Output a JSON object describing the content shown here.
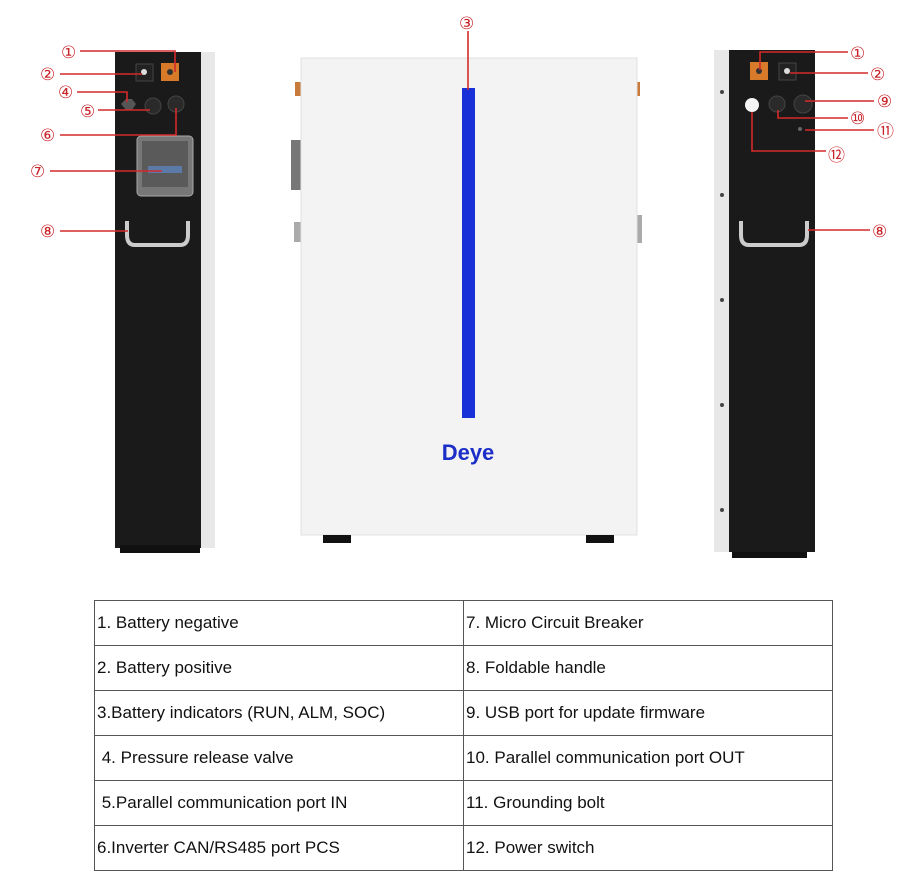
{
  "brand": "Deye",
  "colors": {
    "callout": "#c8242a",
    "indicator": "#1730d8",
    "panel": "#1a1a1a"
  },
  "callouts": {
    "c1": "①",
    "c2": "②",
    "c3": "③",
    "c4": "④",
    "c5": "⑤",
    "c6": "⑥",
    "c7": "⑦",
    "c8": "⑧",
    "c9": "⑨",
    "c10": "⑩",
    "c11": "⑪",
    "c12": "⑫"
  },
  "legend": {
    "rows": [
      [
        "1. Battery negative",
        "7. Micro Circuit Breaker"
      ],
      [
        "2. Battery positive",
        "8. Foldable handle"
      ],
      [
        "3.Battery indicators (RUN, ALM, SOC)",
        "9. USB port for update firmware"
      ],
      [
        " 4. Pressure release valve",
        "10. Parallel communication port OUT"
      ],
      [
        " 5.Parallel communication port IN",
        "11. Grounding bolt"
      ],
      [
        "6.Inverter CAN/RS485 port PCS",
        "12. Power switch"
      ]
    ]
  }
}
